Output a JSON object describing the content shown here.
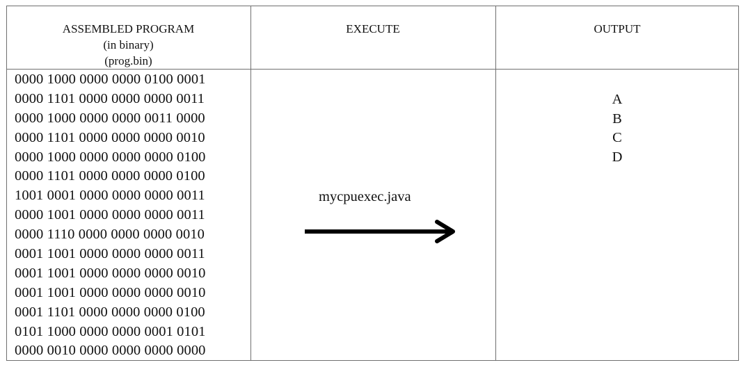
{
  "table": {
    "columns": [
      {
        "key": "program",
        "header_lines": [
          "ASSEMBLED PROGRAM",
          "(in binary)",
          "(prog.bin)"
        ]
      },
      {
        "key": "execute",
        "header_lines": [
          "EXECUTE"
        ]
      },
      {
        "key": "output",
        "header_lines": [
          "OUTPUT"
        ]
      }
    ],
    "program_lines": [
      "0000 1000 0000 0000 0100 0001",
      "0000 1101 0000 0000 0000 0011",
      "0000 1000 0000 0000 0011 0000",
      "0000 1101 0000 0000 0000 0010",
      "0000 1000 0000 0000 0000 0100",
      "0000 1101 0000 0000 0000 0100",
      "1001 0001 0000 0000 0000 0011",
      "0000 1001 0000 0000 0000 0011",
      "0000 1110 0000 0000 0000 0010",
      "0001 1001 0000 0000 0000 0011",
      "0001 1001 0000 0000 0000 0010",
      "0001 1001 0000 0000 0000 0010",
      "0001 1101 0000 0000 0000 0100",
      "0101 1000 0000 0000 0001 0101",
      "0000 0010 0000 0000 0000 0000"
    ],
    "execute": {
      "label": "mycpuexec.java",
      "arrow_icon": "right-arrow-icon"
    },
    "output_lines": [
      "A",
      "B",
      "C",
      "D"
    ]
  }
}
